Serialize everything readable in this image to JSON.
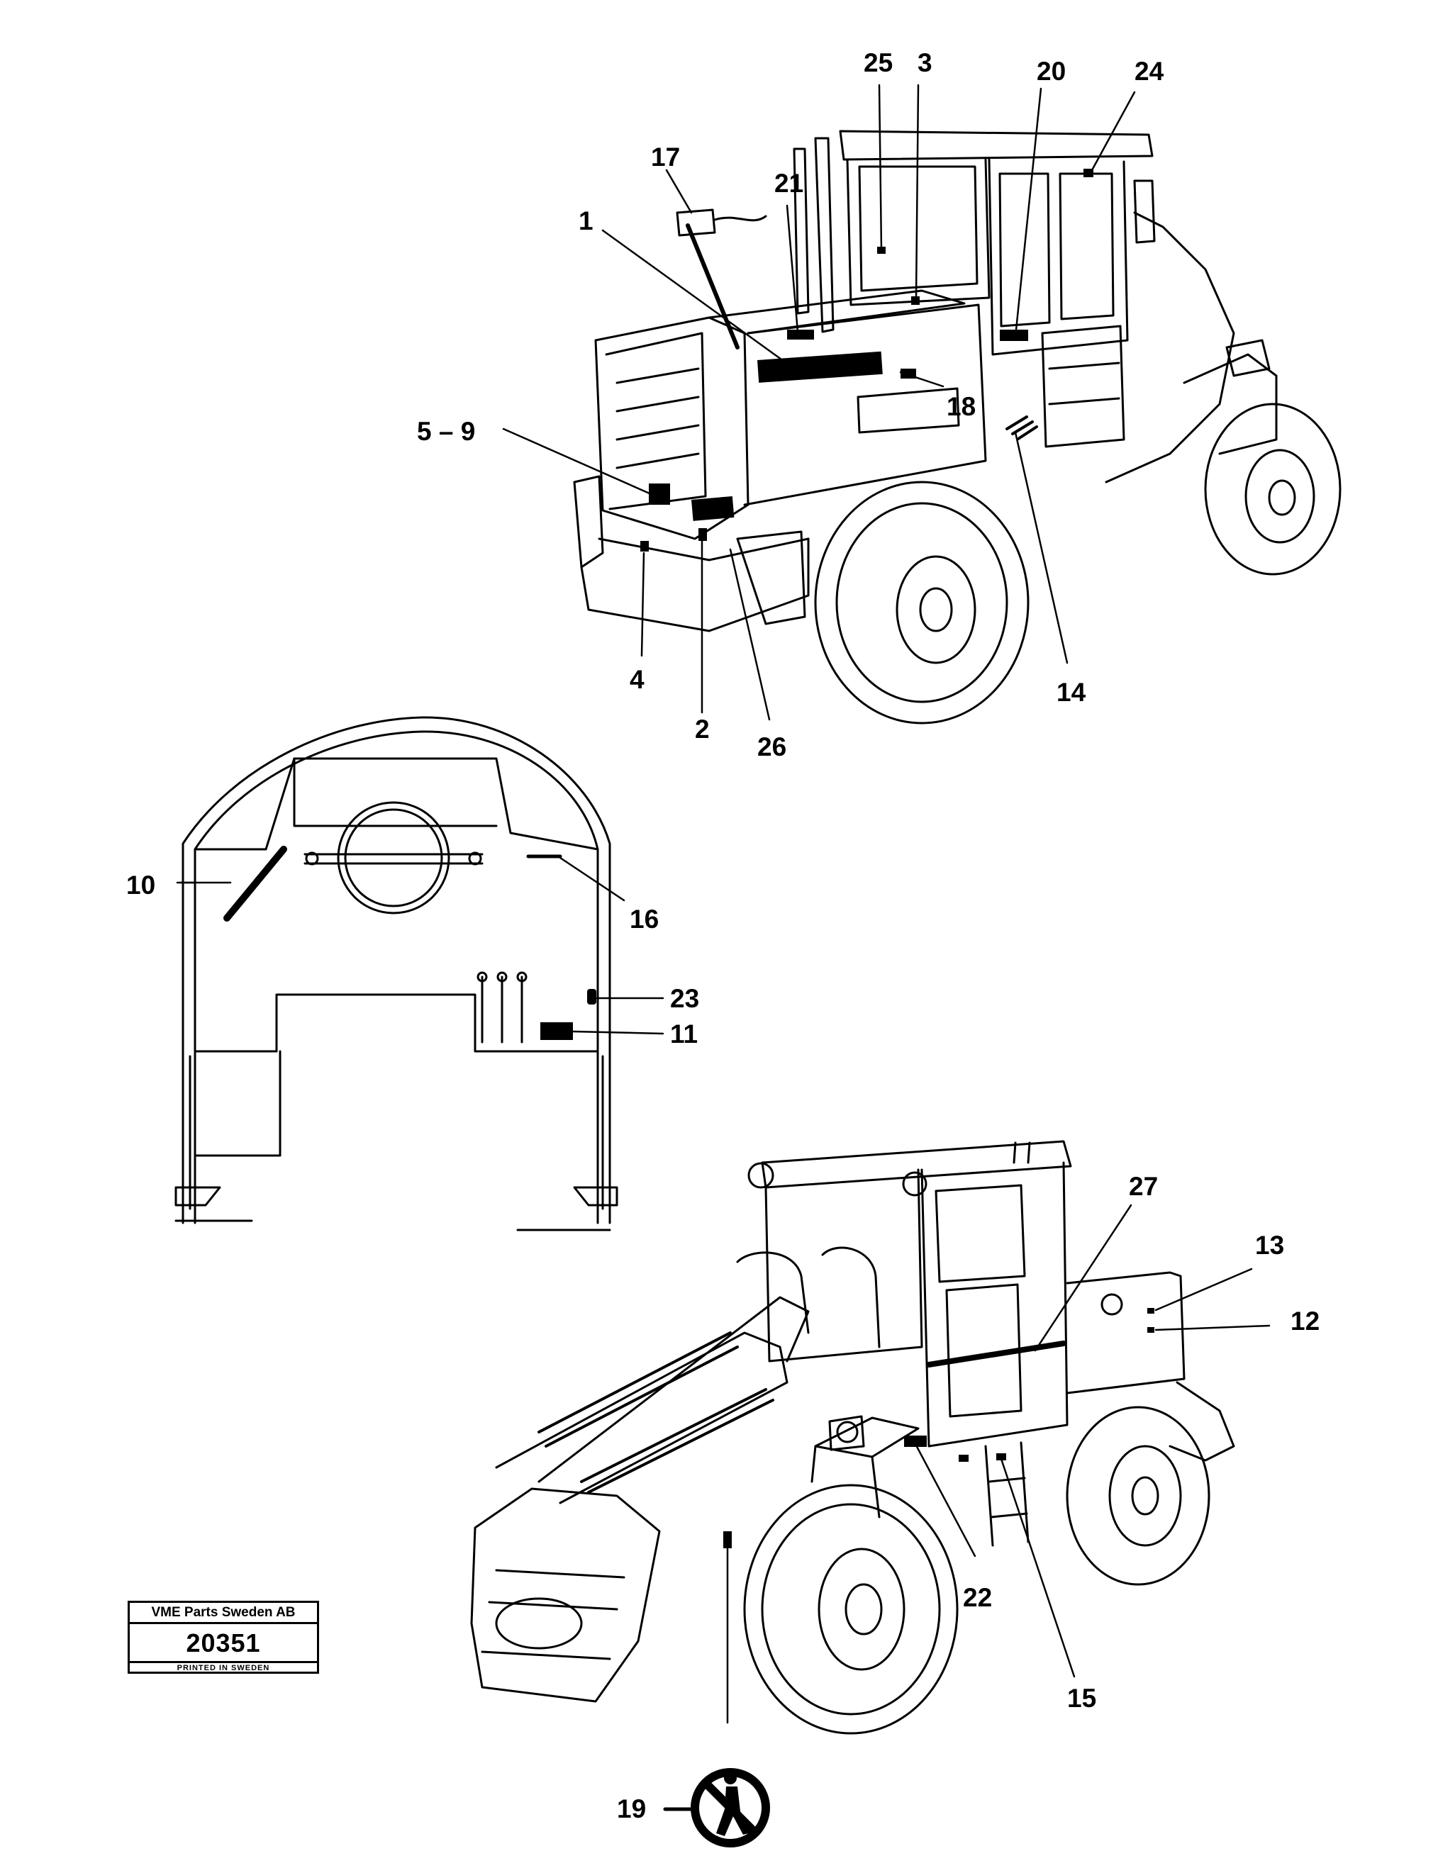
{
  "callouts": {
    "c1": "1",
    "c2": "2",
    "c3": "3",
    "c4": "4",
    "c5_9": "5 – 9",
    "c10": "10",
    "c11": "11",
    "c12": "12",
    "c13": "13",
    "c14": "14",
    "c15": "15",
    "c16": "16",
    "c17": "17",
    "c18": "18",
    "c19": "19",
    "c20": "20",
    "c21": "21",
    "c22": "22",
    "c23": "23",
    "c24": "24",
    "c25": "25",
    "c26": "26",
    "c27": "27"
  },
  "title_block": {
    "company": "VME Parts Sweden AB",
    "number": "20351",
    "printed": "PRINTED IN SWEDEN"
  },
  "colors": {
    "ink": "#000000",
    "paper": "#ffffff"
  },
  "icons": [
    "rear-view-loader-drawing",
    "cab-interior-drawing",
    "front-view-loader-drawing",
    "no-pedestrians-sign-icon"
  ]
}
